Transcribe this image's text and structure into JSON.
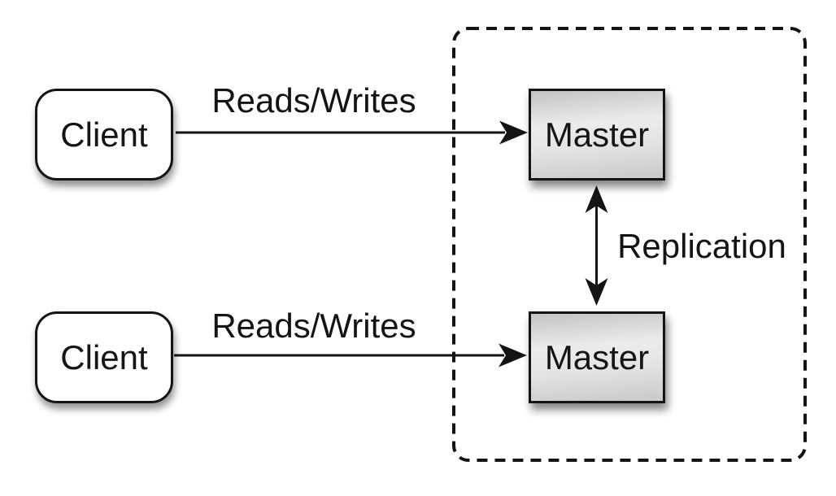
{
  "diagram": {
    "kind": "master-master-replication",
    "nodes": {
      "client_top": {
        "label": "Client"
      },
      "client_bottom": {
        "label": "Client"
      },
      "master_top": {
        "label": "Master"
      },
      "master_bottom": {
        "label": "Master"
      }
    },
    "edges": {
      "reads_writes_top": {
        "label": "Reads/Writes",
        "from": "client_top",
        "to": "master_top",
        "direction": "one-way"
      },
      "reads_writes_bottom": {
        "label": "Reads/Writes",
        "from": "client_bottom",
        "to": "master_bottom",
        "direction": "one-way"
      },
      "replication": {
        "label": "Replication",
        "from": "master_top",
        "to": "master_bottom",
        "direction": "two-way"
      }
    },
    "colors": {
      "background": "#ffffff",
      "stroke": "#141414",
      "client_fill": "#ffffff",
      "master_fill_light": "#ececec",
      "master_fill_dark": "#c3c3c3"
    }
  }
}
